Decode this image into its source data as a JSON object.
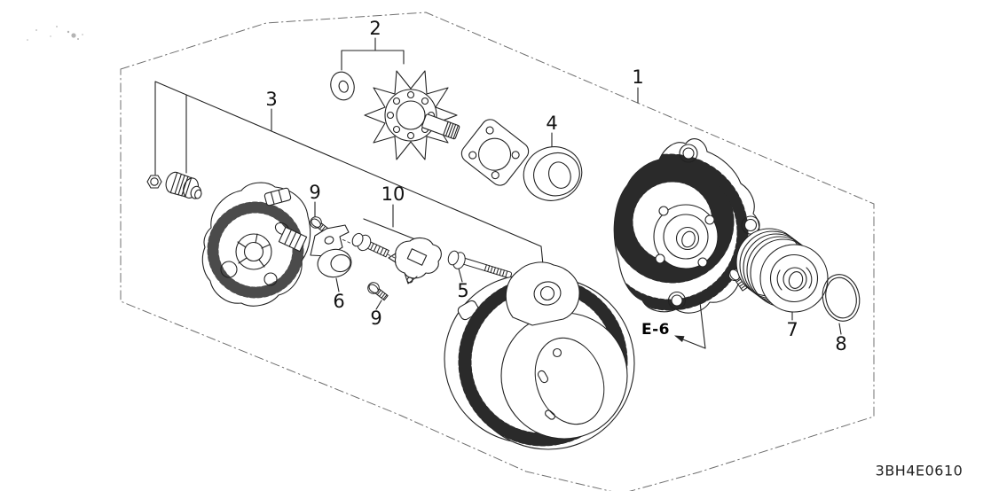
{
  "canvas": {
    "background": "#ffffff",
    "line_color": "#222222",
    "boundary_color": "#6f6f6f"
  },
  "callouts": [
    {
      "id": "callout-1",
      "text": "1"
    },
    {
      "id": "callout-2",
      "text": "2"
    },
    {
      "id": "callout-3",
      "text": "3"
    },
    {
      "id": "callout-4",
      "text": "4"
    },
    {
      "id": "callout-5",
      "text": "5"
    },
    {
      "id": "callout-6",
      "text": "6"
    },
    {
      "id": "callout-7",
      "text": "7"
    },
    {
      "id": "callout-8",
      "text": "8"
    },
    {
      "id": "callout-9-top",
      "text": "9"
    },
    {
      "id": "callout-9-bottom",
      "text": "9"
    },
    {
      "id": "callout-10",
      "text": "10"
    }
  ],
  "reference": {
    "label": "E-6"
  },
  "footer": {
    "diagram_code": "3BH4E0610"
  }
}
